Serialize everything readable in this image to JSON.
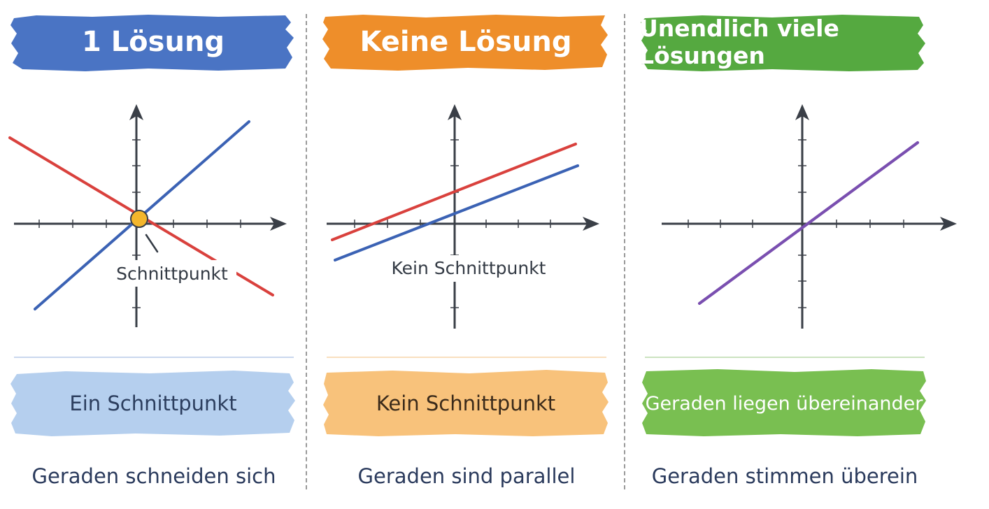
{
  "colors": {
    "blue": "#4a74c4",
    "orange": "#ee8e2a",
    "green": "#55a940",
    "light_blue": "#b5cfee",
    "light_orange": "#f8c27b",
    "light_green": "#79bf51",
    "line_red": "#d9413d",
    "line_blue": "#3b62b4",
    "line_purple": "#7a4fb0",
    "point_yellow": "#f4b62c",
    "axis": "#3a3f47"
  },
  "panels": [
    {
      "title": "1 Lösung",
      "annotation": "Schnittpunkt",
      "label": "Ein Schnittpunkt",
      "caption": "Geraden schneiden sich"
    },
    {
      "title": "Keine Lösung",
      "annotation": "Kein Schnittpunkt",
      "label": "Kein Schnittpunkt",
      "caption": "Geraden sind parallel"
    },
    {
      "title": "Unendlich viele Lösungen",
      "label": "Geraden liegen übereinander",
      "caption": "Geraden stimmen überein"
    }
  ]
}
